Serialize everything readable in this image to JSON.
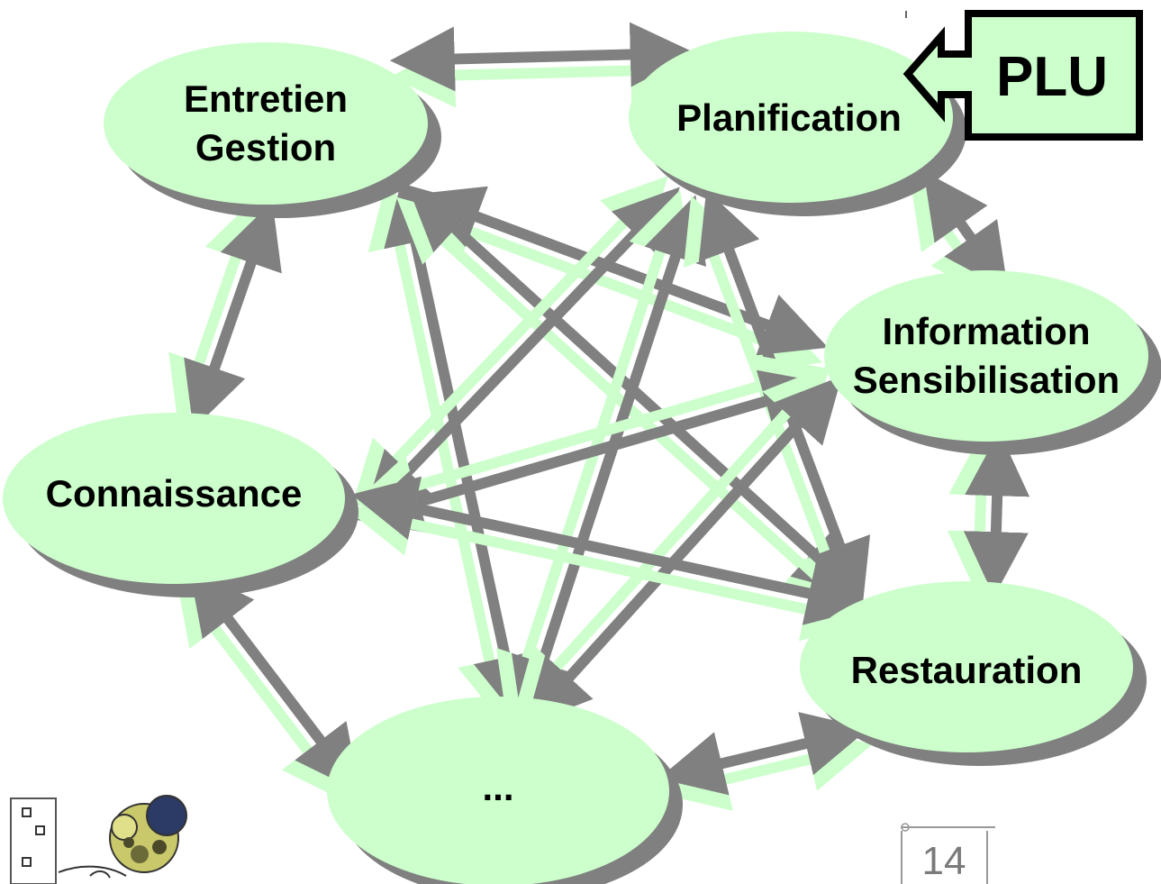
{
  "diagram": {
    "nodes": {
      "entretien": {
        "line1": "Entretien",
        "line2": "Gestion"
      },
      "planification": {
        "label": "Planification"
      },
      "information": {
        "line1": "Information",
        "line2": "Sensibilisation"
      },
      "connaissance": {
        "label": "Connaissance"
      },
      "restauration": {
        "label": "Restauration"
      },
      "autres": {
        "label": "..."
      }
    },
    "callout": {
      "label": "PLU"
    },
    "page_number": "14",
    "colors": {
      "node_fill": "#ccffcc",
      "node_shadow": "#808080",
      "arrow_light": "#ccffcc",
      "arrow_dark": "#808080",
      "callout_border": "#000000"
    }
  }
}
